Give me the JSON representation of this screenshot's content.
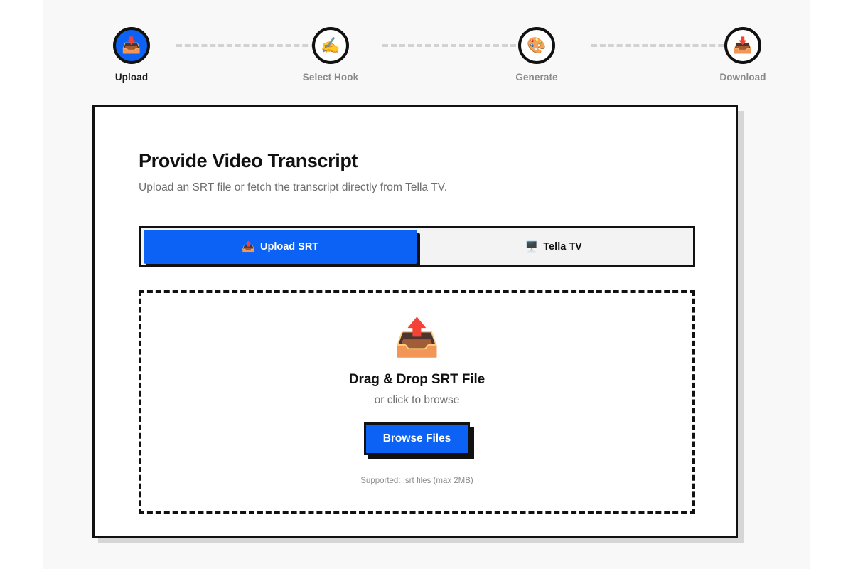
{
  "stepper": {
    "steps": [
      {
        "label": "Upload",
        "icon": "📥",
        "icon_name": "inbox-tray-icon",
        "active": true
      },
      {
        "label": "Select Hook",
        "icon": "✍️",
        "icon_name": "writing-hand-icon",
        "active": false
      },
      {
        "label": "Generate",
        "icon": "🎨",
        "icon_name": "artist-palette-icon",
        "active": false
      },
      {
        "label": "Download",
        "icon": "📥",
        "icon_name": "inbox-tray-icon",
        "active": false
      }
    ]
  },
  "card": {
    "title": "Provide Video Transcript",
    "subtitle": "Upload an SRT file or fetch the transcript directly from Tella TV.",
    "tabs": [
      {
        "label": "Upload SRT",
        "icon": "📤",
        "icon_name": "outbox-tray-icon",
        "active": true
      },
      {
        "label": "Tella TV",
        "icon": "🖥️",
        "icon_name": "desktop-computer-icon",
        "active": false
      }
    ],
    "dropzone": {
      "icon": "📤",
      "icon_name": "outbox-tray-icon",
      "title": "Drag & Drop SRT File",
      "subtitle": "or click to browse",
      "button_label": "Browse Files",
      "note": "Supported: .srt files (max 2MB)"
    }
  },
  "colors": {
    "accent_blue": "#0b62f5",
    "border_black": "#111111",
    "page_bg": "#f8f8f8",
    "card_bg": "#ffffff",
    "muted_text": "#6e6e6e",
    "inactive_tab_bg": "#f3f3f3",
    "connector_gray": "#d2d2d2"
  }
}
